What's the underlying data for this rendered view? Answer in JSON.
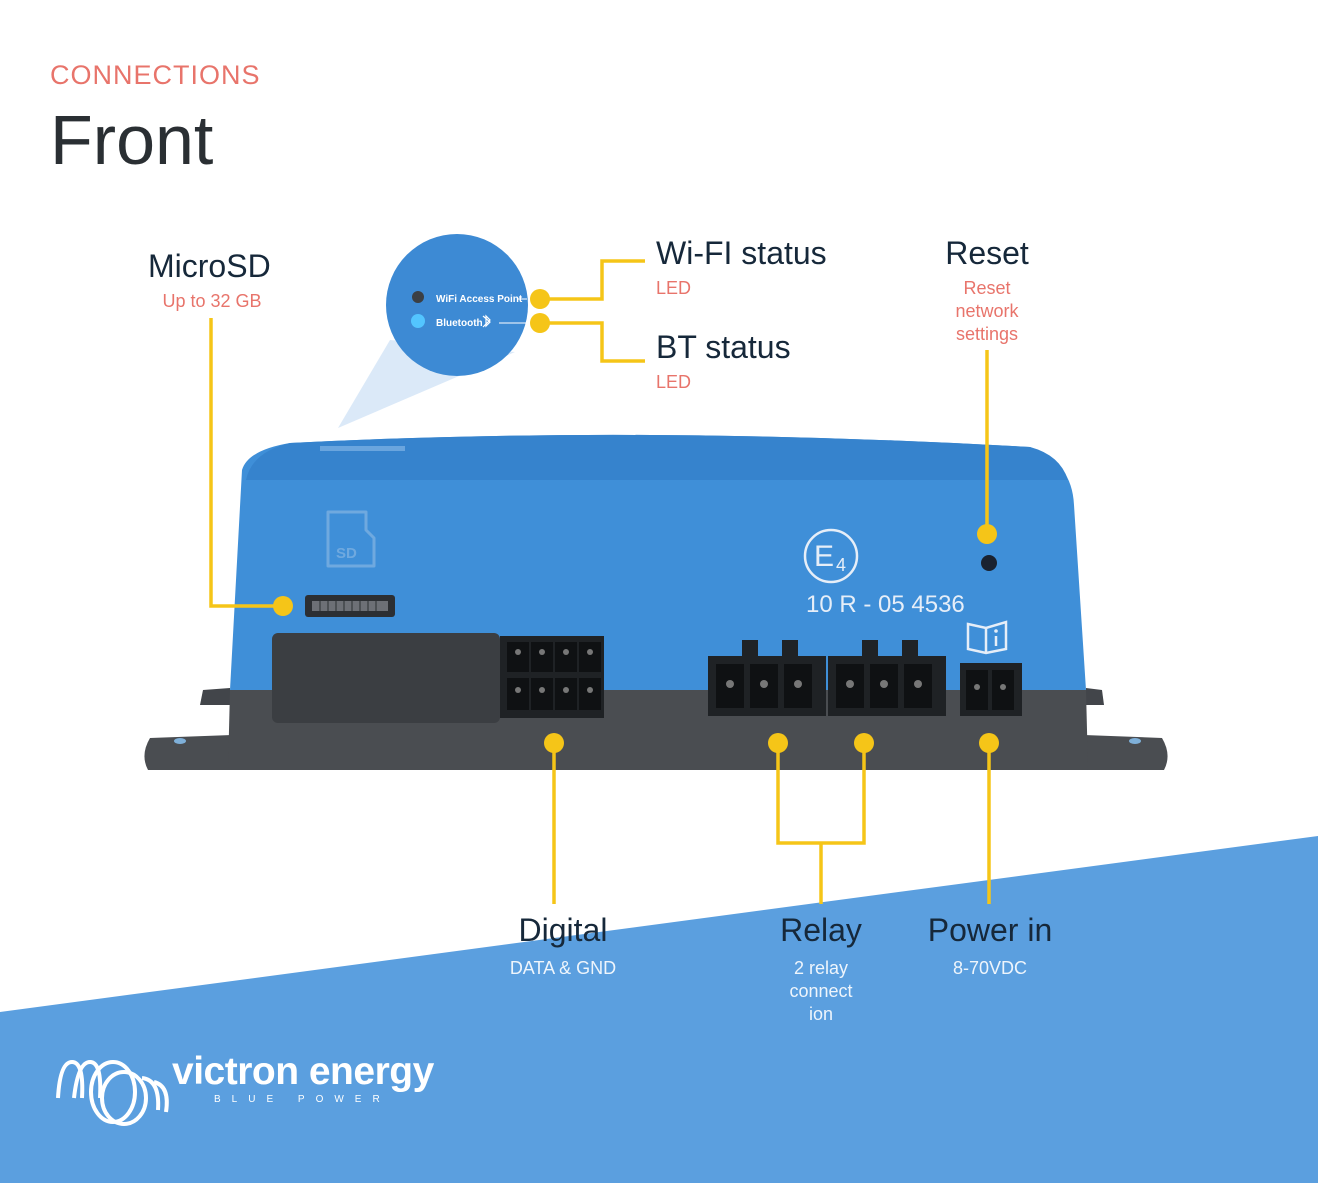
{
  "header": {
    "eyebrow": "CONNECTIONS",
    "title": "Front"
  },
  "callouts": {
    "microsd": {
      "label": "MicroSD",
      "sub": "Up to 32 GB"
    },
    "wifi": {
      "label": "Wi-FI status",
      "sub": "LED"
    },
    "bt": {
      "label": "BT status",
      "sub": "LED"
    },
    "reset": {
      "label": "Reset",
      "sub_lines": [
        "Reset",
        "network",
        "settings"
      ]
    },
    "digital": {
      "label": "Digital",
      "sub": "DATA & GND"
    },
    "relay": {
      "label": "Relay",
      "sub_lines": [
        "2 relay",
        "connect",
        "ion"
      ]
    },
    "power": {
      "label": "Power in",
      "sub": "8-70VDC"
    }
  },
  "zoom": {
    "wifi_text": "WiFi Access Point",
    "bt_text": "Bluetooth"
  },
  "device": {
    "sd_mark": "SD",
    "e4_mark": "E",
    "e4_sub": "4",
    "approval": "10 R - 05 4536"
  },
  "brand": {
    "name": "victron energy",
    "tagline": "BLUE POWER"
  },
  "colors": {
    "accent_yellow": "#f5c518",
    "accent_coral": "#e8746b",
    "band_blue": "#5b9fdf",
    "device_blue": "#3f8fd8",
    "device_base": "#4a4d51"
  }
}
